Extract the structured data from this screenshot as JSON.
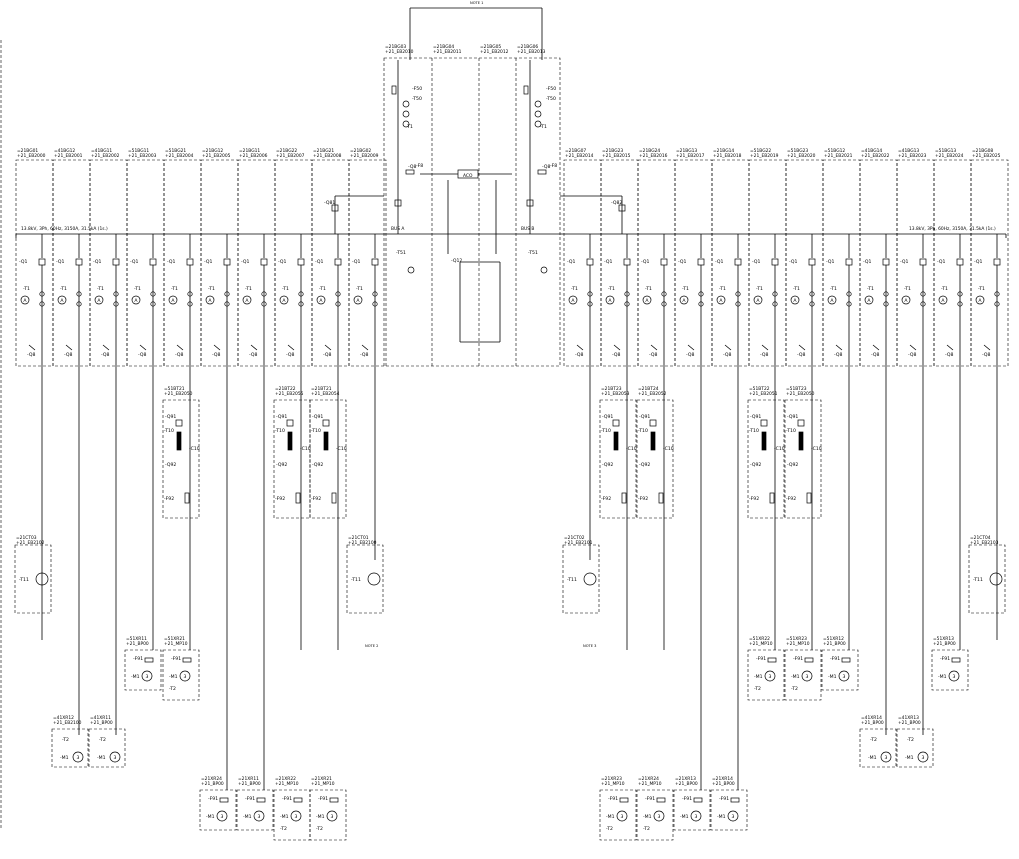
{
  "bus": {
    "left_rating": "13.8kV, 3Ph, 60Hz, 3150A, 31.5kA (1s.)",
    "right_rating": "13.8kV, 3Ph, 60Hz, 3150A, 31.5kA (1s.)",
    "bus_a": "BUS A",
    "bus_b": "BUS B",
    "aco": "ACO",
    "coupler_a": "-Q81",
    "coupler_b": "-Q82"
  },
  "notes": {
    "top": "NOTE 1",
    "left": "NOTE 2",
    "right": "NOTE 3"
  },
  "feeders_left": [
    {
      "tag": "=21BG01",
      "loc": "+21_EB2000"
    },
    {
      "tag": "=41BG12",
      "loc": "+21_EB2001"
    },
    {
      "tag": "=41BG11",
      "loc": "+21_EB2002"
    },
    {
      "tag": "=51BG11",
      "loc": "+21_EB2003"
    },
    {
      "tag": "=51BG21",
      "loc": "+21_EB2004"
    },
    {
      "tag": "=21BG12",
      "loc": "+21_EB2005"
    },
    {
      "tag": "=21BG11",
      "loc": "+21_EB2006"
    },
    {
      "tag": "=21BG22",
      "loc": "+21_EB2007"
    },
    {
      "tag": "=21BG21",
      "loc": "+21_EB2008"
    },
    {
      "tag": "=21BG02",
      "loc": "+21_EB2009"
    }
  ],
  "feeders_right": [
    {
      "tag": "=21BG07",
      "loc": "+21_EB2014"
    },
    {
      "tag": "=21BG23",
      "loc": "+21_EB2015"
    },
    {
      "tag": "=21BG24",
      "loc": "+21_EB2016"
    },
    {
      "tag": "=21BG13",
      "loc": "+21_EB2017"
    },
    {
      "tag": "=21BG14",
      "loc": "+21_EB2018"
    },
    {
      "tag": "=51BG22",
      "loc": "+21_EB2019"
    },
    {
      "tag": "=51BG23",
      "loc": "+21_EB2020"
    },
    {
      "tag": "=51BG12",
      "loc": "+21_EB2021"
    },
    {
      "tag": "=41BG14",
      "loc": "+21_EB2022"
    },
    {
      "tag": "=41BG13",
      "loc": "+21_EB2023"
    },
    {
      "tag": "=51BG13",
      "loc": "+21_EB2024"
    },
    {
      "tag": "=21BG08",
      "loc": "+21_EB2025"
    }
  ],
  "incomers": [
    {
      "tag": "=21BG03",
      "loc": "+21_EB2010"
    },
    {
      "tag": "=21BG04",
      "loc": "+21_EB2011"
    },
    {
      "tag": "=21BG05",
      "loc": "+21_EB2012"
    },
    {
      "tag": "=21BG06",
      "loc": "+21_EB2013"
    }
  ],
  "devices": {
    "q1": "-Q1",
    "t1": "-T1",
    "q8": "-Q8",
    "f8": "-F8",
    "f50": "-F50",
    "t50": "-T50",
    "t51": "-T51",
    "q12": "-Q12",
    "q91": "-Q91",
    "t10": "-T10",
    "c10": "-C10",
    "q92": "-Q92",
    "f92": "-F92",
    "t11": "-T11",
    "f91": "-F91",
    "m1": "-M1",
    "t2": "-T2",
    "ammeter": "A",
    "motor": "3"
  },
  "starters": [
    {
      "tag": "=51BT21",
      "loc": "+21_EB2050"
    },
    {
      "tag": "=21BT22",
      "loc": "+21_EB2055"
    },
    {
      "tag": "=21BT21",
      "loc": "+21_EB2054"
    },
    {
      "tag": "=21BT23",
      "loc": "+21_EB2053"
    },
    {
      "tag": "=21BT24",
      "loc": "+21_EB2052"
    },
    {
      "tag": "=51BT22",
      "loc": "+21_EB2051"
    },
    {
      "tag": "=51BT23",
      "loc": "+21_EB2050"
    }
  ],
  "transformers": [
    {
      "tag": "=21CT03",
      "loc": "+21_EB2102"
    },
    {
      "tag": "=21CT01",
      "loc": "+21_EB2100"
    },
    {
      "tag": "=21CT02",
      "loc": "+21_EB2101"
    },
    {
      "tag": "=21CT04",
      "loc": "+21_EB2103"
    }
  ],
  "motors": {
    "row1": [
      {
        "tag": "=51XR11",
        "loc": "+21_BP00"
      },
      {
        "tag": "=51XR21",
        "loc": "+21_MP10"
      },
      {
        "tag": "=51XR22",
        "loc": "+21_MP10"
      },
      {
        "tag": "=51XR23",
        "loc": "+21_MP10"
      },
      {
        "tag": "=51XR12",
        "loc": "+21_BP00"
      },
      {
        "tag": "=51XR13",
        "loc": "+21_BP00"
      }
    ],
    "row2": [
      {
        "tag": "=41XR12",
        "loc": "+21_EB2100"
      },
      {
        "tag": "=41XR11",
        "loc": "+21_BP00"
      },
      {
        "tag": "=41XR14",
        "loc": "+21_BP00"
      },
      {
        "tag": "=41XR13",
        "loc": "+21_BP00"
      }
    ],
    "row3": [
      {
        "tag": "=21XR24",
        "loc": "+21_BP00"
      },
      {
        "tag": "=21XR11",
        "loc": "+21_BP00"
      },
      {
        "tag": "=21XR22",
        "loc": "+21_MP10"
      },
      {
        "tag": "=21XR21",
        "loc": "+21_MP10"
      },
      {
        "tag": "=21XR23",
        "loc": "+21_MP10"
      },
      {
        "tag": "=21XR24",
        "loc": "+21_MP10"
      },
      {
        "tag": "=21XR13",
        "loc": "+21_BP00"
      },
      {
        "tag": "=21XR14",
        "loc": "+21_BP00"
      }
    ]
  }
}
